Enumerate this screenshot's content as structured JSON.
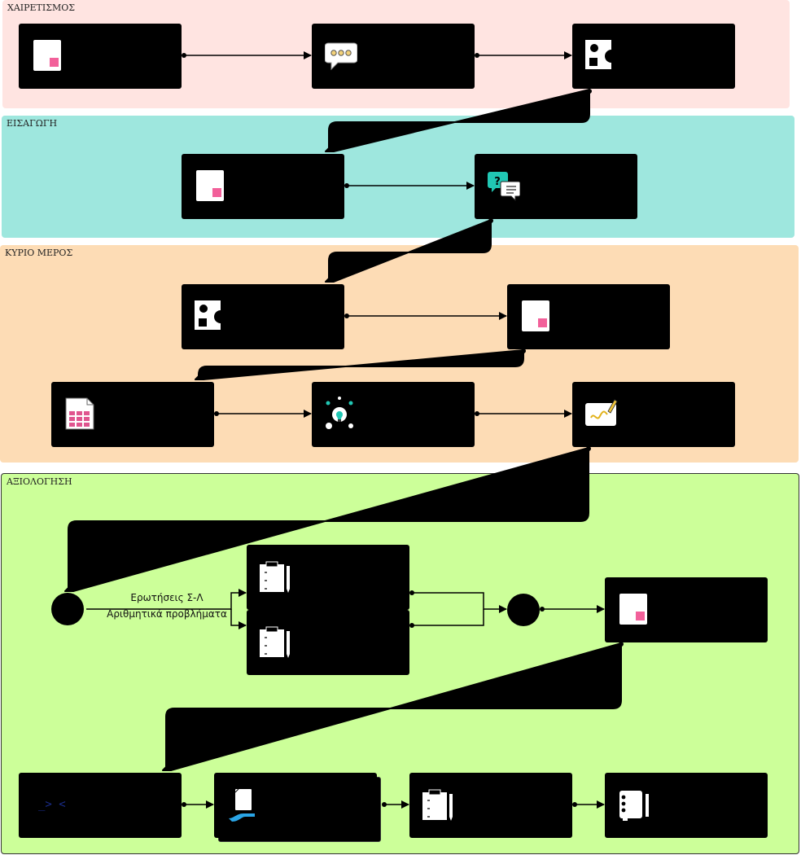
{
  "lanes": {
    "greeting": {
      "title": "ΧΑΙΡΕΤΙΣΜΟΣ",
      "color": "#ffe4e1"
    },
    "intro": {
      "title": "ΕΙΣΑΓΩΓΗ",
      "color": "#9ee7de"
    },
    "main": {
      "title": "ΚΥΡΙΟ ΜΕΡΟΣ",
      "color": "#fddcb5"
    },
    "assessment": {
      "title": "ΑΞΙΟΛΟΓΗΣΗ",
      "color": "#ccff99"
    }
  },
  "labels": {
    "questions": "Ερωτήσεις Σ-Λ",
    "problems": "Αριθμητικά προβλήματα"
  },
  "code_glyph": "_> <",
  "icons": {
    "page": "page-icon",
    "chat": "chat-bubble-icon",
    "shapes": "shapes-icon",
    "qa": "question-answer-icon",
    "spreadsheet": "spreadsheet-icon",
    "idea": "lightbulb-idea-icon",
    "drawing": "drawing-board-icon",
    "clipboard": "clipboard-pencil-icon",
    "code": "code-terminal-icon",
    "handout": "hand-document-icon",
    "notebook": "notebook-icon"
  },
  "accent": "#f2609a",
  "teal": "#21c7b4"
}
